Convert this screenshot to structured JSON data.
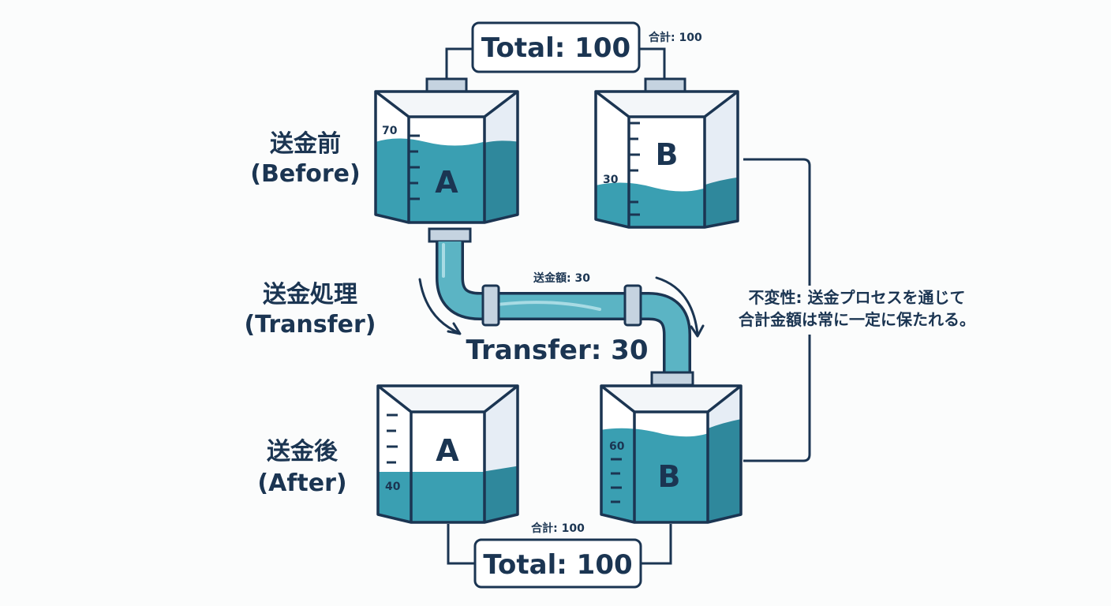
{
  "stages": {
    "before": {
      "ja": "送金前",
      "en": "(Before)"
    },
    "transfer": {
      "ja": "送金処理",
      "en": "(Transfer)"
    },
    "after": {
      "ja": "送金後",
      "en": "(After)"
    }
  },
  "totals": {
    "top": {
      "label": "Total: 100",
      "ja": "合計: 100"
    },
    "bottom": {
      "label": "Total: 100",
      "ja": "合計: 100"
    }
  },
  "tanks": {
    "before_a": {
      "letter": "A",
      "level_label": "70",
      "level": 0.7
    },
    "before_b": {
      "letter": "B",
      "level_label": "30",
      "level": 0.3
    },
    "after_a": {
      "letter": "A",
      "level_label": "40",
      "level": 0.4
    },
    "after_b": {
      "letter": "B",
      "level_label": "60",
      "level": 0.6
    }
  },
  "transfer": {
    "amount_ja": "送金額: 30",
    "label": "Transfer: 30"
  },
  "invariant_note": {
    "line1": "不変性: 送金プロセスを通じて",
    "line2": "合計金額は常に一定に保たれる。"
  },
  "colors": {
    "ink": "#1b3552",
    "water_front": "#3a9fb2",
    "water_side": "#2f889c",
    "water_top": "#7fc4d0",
    "tank_face": "#ffffff",
    "tank_side": "#e6edf5",
    "pipe_cap": "#c5d3e0"
  }
}
